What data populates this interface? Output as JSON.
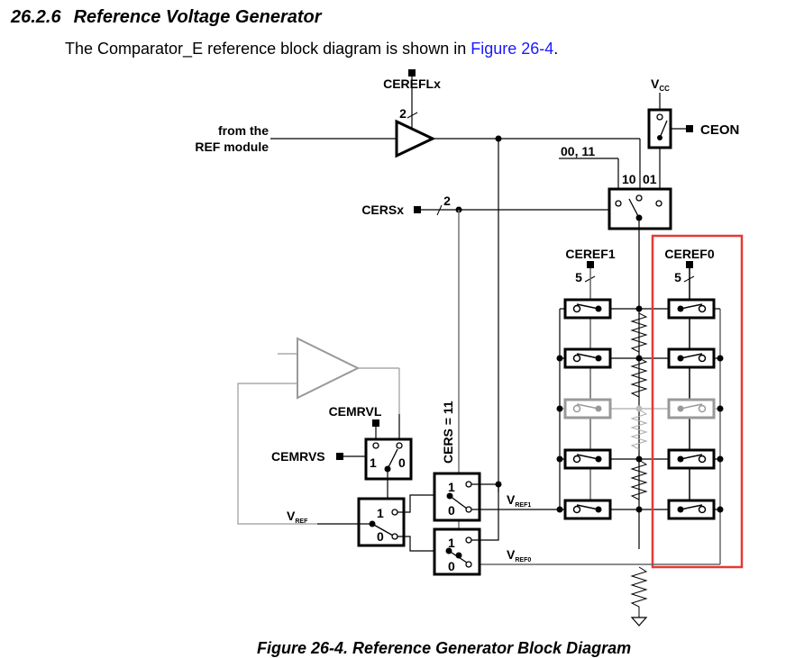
{
  "section": {
    "number": "26.2.6",
    "title": "Reference Voltage Generator"
  },
  "intro": {
    "text_before": "The Comparator_E reference block diagram is shown in ",
    "link_text": "Figure 26-4",
    "text_after": "."
  },
  "diagram": {
    "labels": {
      "cereflx": "CEREFLx",
      "cereflx_width": "2",
      "from_ref_line1": "from the",
      "from_ref_line2": "REF module",
      "vcc_main": "V",
      "vcc_sub": "CC",
      "ceon": "CEON",
      "sel_00_11": "00, 11",
      "sel_10": "10",
      "sel_01": "01",
      "cersx": "CERSx",
      "cersx_width": "2",
      "ceref1": "CEREF1",
      "ceref1_width": "5",
      "ceref0": "CEREF0",
      "ceref0_width": "5",
      "cemrvl": "CEMRVL",
      "cemrvs": "CEMRVS",
      "cers_eq": "CERS = 11",
      "vref_main": "V",
      "vref_sub": "REF",
      "vref1_main": "V",
      "vref1_sub": "REF1",
      "vref0_main": "V",
      "vref0_sub": "REF0",
      "mux_1": "1",
      "mux_0": "0"
    },
    "highlight_color": "#e53935"
  },
  "caption": "Figure 26-4. Reference Generator Block Diagram"
}
